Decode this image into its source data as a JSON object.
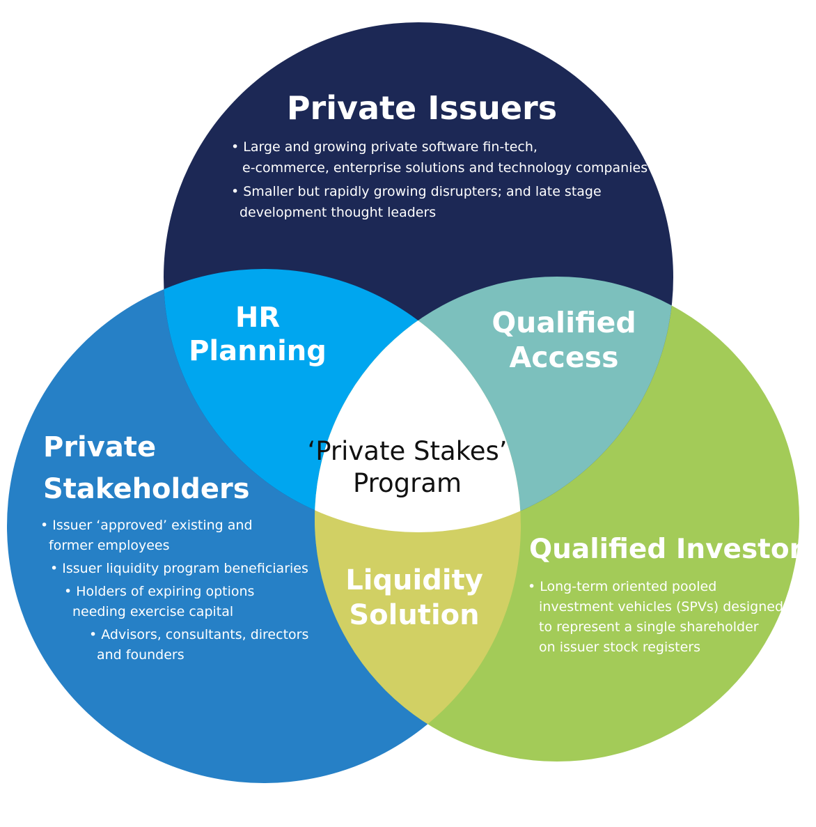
{
  "colors": {
    "private_issuers": "#1c2855",
    "private_stakeholders": "#2680c6",
    "qualified_investors": "#a3cb58",
    "hr_planning": "#00a6ef",
    "qualified_access": "#7cc0bd",
    "liquidity_solution": "#d1d064",
    "center": "#ffffff"
  },
  "private_issuers": {
    "title": "Private Issuers",
    "bullets": [
      {
        "first": "• Large and growing private software fin-tech,",
        "rest": "e-commerce, enterprise solutions and technology companies"
      },
      {
        "first": "• Smaller but rapidly growing disrupters; and late stage",
        "rest": "development thought leaders"
      }
    ]
  },
  "hr_planning": {
    "line1": "HR",
    "line2": "Planning"
  },
  "qualified_access": {
    "line1": "Qualified",
    "line2": "Access"
  },
  "liquidity_solution": {
    "line1": "Liquidity",
    "line2": "Solution"
  },
  "center": {
    "line1": "‘Private Stakes’",
    "line2": "Program"
  },
  "private_stakeholders": {
    "title_line1": "Private",
    "title_line2": "Stakeholders",
    "bullets": [
      {
        "first": "• Issuer ‘approved’ existing and",
        "rest": "former employees"
      },
      {
        "first": "• Issuer liquidity program beneficiaries",
        "rest": ""
      },
      {
        "first": "• Holders of expiring options",
        "rest": "needing exercise capital"
      },
      {
        "first": "• Advisors, consultants, directors",
        "rest": "and founders"
      }
    ]
  },
  "qualified_investors": {
    "title": "Qualified Investors",
    "bullets": [
      {
        "first": "• Long-term oriented pooled",
        "rest1": "investment vehicles (SPVs) designed",
        "rest2": "to represent a single shareholder",
        "rest3": "on issuer stock registers"
      }
    ]
  }
}
